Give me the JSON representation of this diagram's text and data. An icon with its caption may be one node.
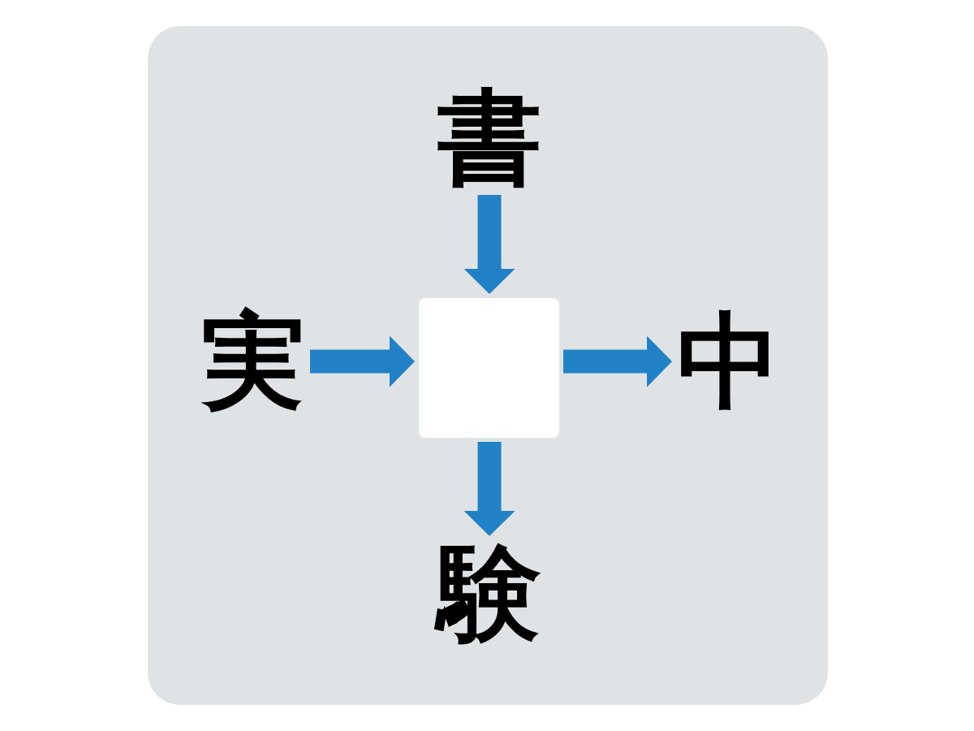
{
  "diagram": {
    "nodes": [
      {
        "text": [
          "書"
        ]
      },
      {
        "text": [
          "実"
        ]
      },
      {
        "text": [],
        "shape": "box"
      },
      {
        "text": [
          "中"
        ]
      },
      {
        "text": [
          "験"
        ]
      }
    ],
    "edges": [
      {
        "from": 0,
        "to": 2,
        "arrow": "to"
      },
      {
        "from": 1,
        "to": 2,
        "arrow": "to"
      },
      {
        "from": 2,
        "to": 3,
        "arrow": "to"
      },
      {
        "from": 2,
        "to": 4,
        "arrow": "to"
      }
    ]
  }
}
